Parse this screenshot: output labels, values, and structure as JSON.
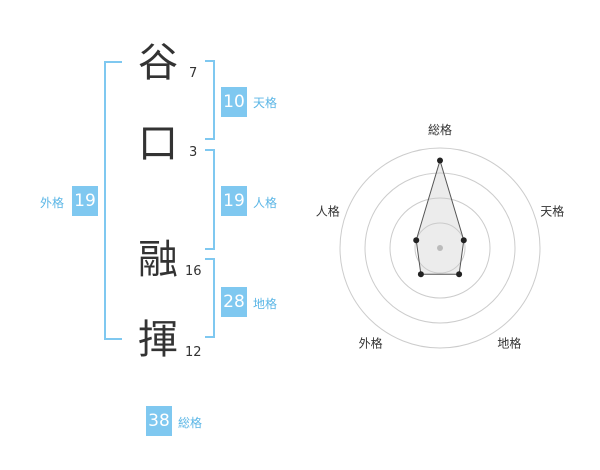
{
  "colors": {
    "accent": "#7fc8f0",
    "accent_text": "#5bb6e6",
    "text": "#333333",
    "grid": "#cccccc",
    "marker": "#222222"
  },
  "name": {
    "chars": [
      {
        "char": "谷",
        "strokes": "7"
      },
      {
        "char": "口",
        "strokes": "3"
      },
      {
        "char": "融",
        "strokes": "16"
      },
      {
        "char": "揮",
        "strokes": "12"
      }
    ]
  },
  "kakusu": {
    "tenkaku": {
      "value": "10",
      "label": "天格"
    },
    "jinkaku": {
      "value": "19",
      "label": "人格"
    },
    "chikaku": {
      "value": "28",
      "label": "地格"
    },
    "gaikaku": {
      "value": "19",
      "label": "外格"
    },
    "soukaku": {
      "value": "38",
      "label": "総格"
    }
  },
  "chart_data": {
    "type": "radar",
    "axes": [
      "総格",
      "天格",
      "地格",
      "外格",
      "人格"
    ],
    "levels": 4,
    "max": 4,
    "values": [
      3.5,
      1.0,
      1.3,
      1.3,
      1.0
    ]
  }
}
